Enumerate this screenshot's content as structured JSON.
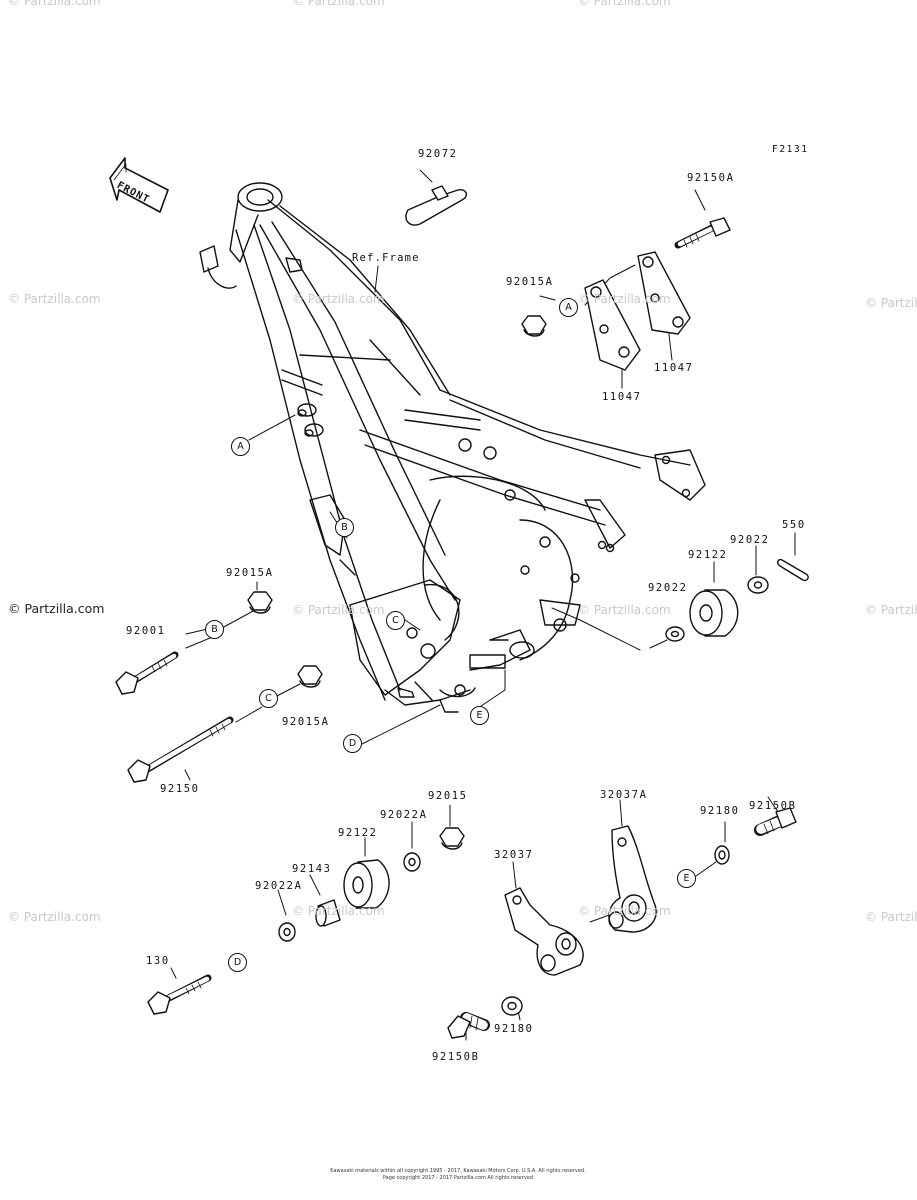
{
  "figure_code": "F2131",
  "front_label": "FRONT",
  "watermark": "© Partzilla.com",
  "labels": {
    "p92072": "92072",
    "p92150A": "92150A",
    "ref_frame": "Ref.Frame",
    "p92015A_top": "92015A",
    "p11047_left": "11047",
    "p11047_right": "11047",
    "p92015A_mid": "92015A",
    "p92001": "92001",
    "p92015A_low": "92015A",
    "p92150": "92150",
    "p550": "550",
    "p92022_top": "92022",
    "p92122_top": "92122",
    "p92022_mid": "92022",
    "p92015": "92015",
    "p92022A_top": "92022A",
    "p92122_bottom": "92122",
    "p92143": "92143",
    "p92022A_bottom": "92022A",
    "p130": "130",
    "p32037": "32037",
    "p32037A": "32037A",
    "p92150B_right": "92150B",
    "p92180_top": "92180",
    "p92180_bottom": "92180",
    "p92150B_bottom": "92150B"
  },
  "callouts": [
    "A",
    "A",
    "B",
    "B",
    "C",
    "C",
    "D",
    "D",
    "E",
    "E"
  ],
  "footer": {
    "line1": "Kawasaki materials within all copyright 1995 - 2017, Kawasaki Motors Corp. U.S.A. All rights reserved.",
    "line2": "Page copyright 2017 - 2017 Partzilla.com  All rights reserved"
  }
}
